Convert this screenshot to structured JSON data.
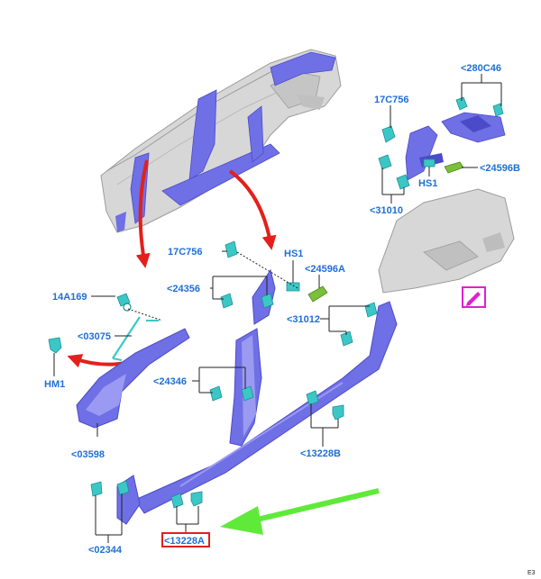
{
  "colors": {
    "label": "#1e6fd6",
    "part": "#6f6fe6",
    "part_dark": "#4b4bc9",
    "part_light": "#9a9af2",
    "clip": "#3cc7c7",
    "clip_dark": "#1d8f95",
    "shell": "#d7d7d7",
    "shell_dark": "#9c9c9c",
    "pad": "#7bbf3a",
    "leader": "#222222",
    "arrow_red": "#e3201b",
    "arrow_green": "#5fea3a",
    "highlight_red": "#e3201b",
    "highlight_magenta": "#e020d0"
  },
  "labels": {
    "c280C46": "<280C46",
    "c17C756_right": "17C756",
    "c24596B": "<24596B",
    "HS1_right": "HS1",
    "c31010": "<31010",
    "c17C756_mid": "17C756",
    "HS1_mid": "HS1",
    "c24596A": "<24596A",
    "c24356": "<24356",
    "c31012": "<31012",
    "c14A169": "14A169",
    "c03075": "<03075",
    "HM1": "HM1",
    "c24346": "<24346",
    "c03598": "<03598",
    "c13228B": "<13228B",
    "c02344": "<02344",
    "c13228A": "<13228A",
    "corner": "E3"
  },
  "icons": {
    "note_icon": "pencil-note-icon"
  }
}
